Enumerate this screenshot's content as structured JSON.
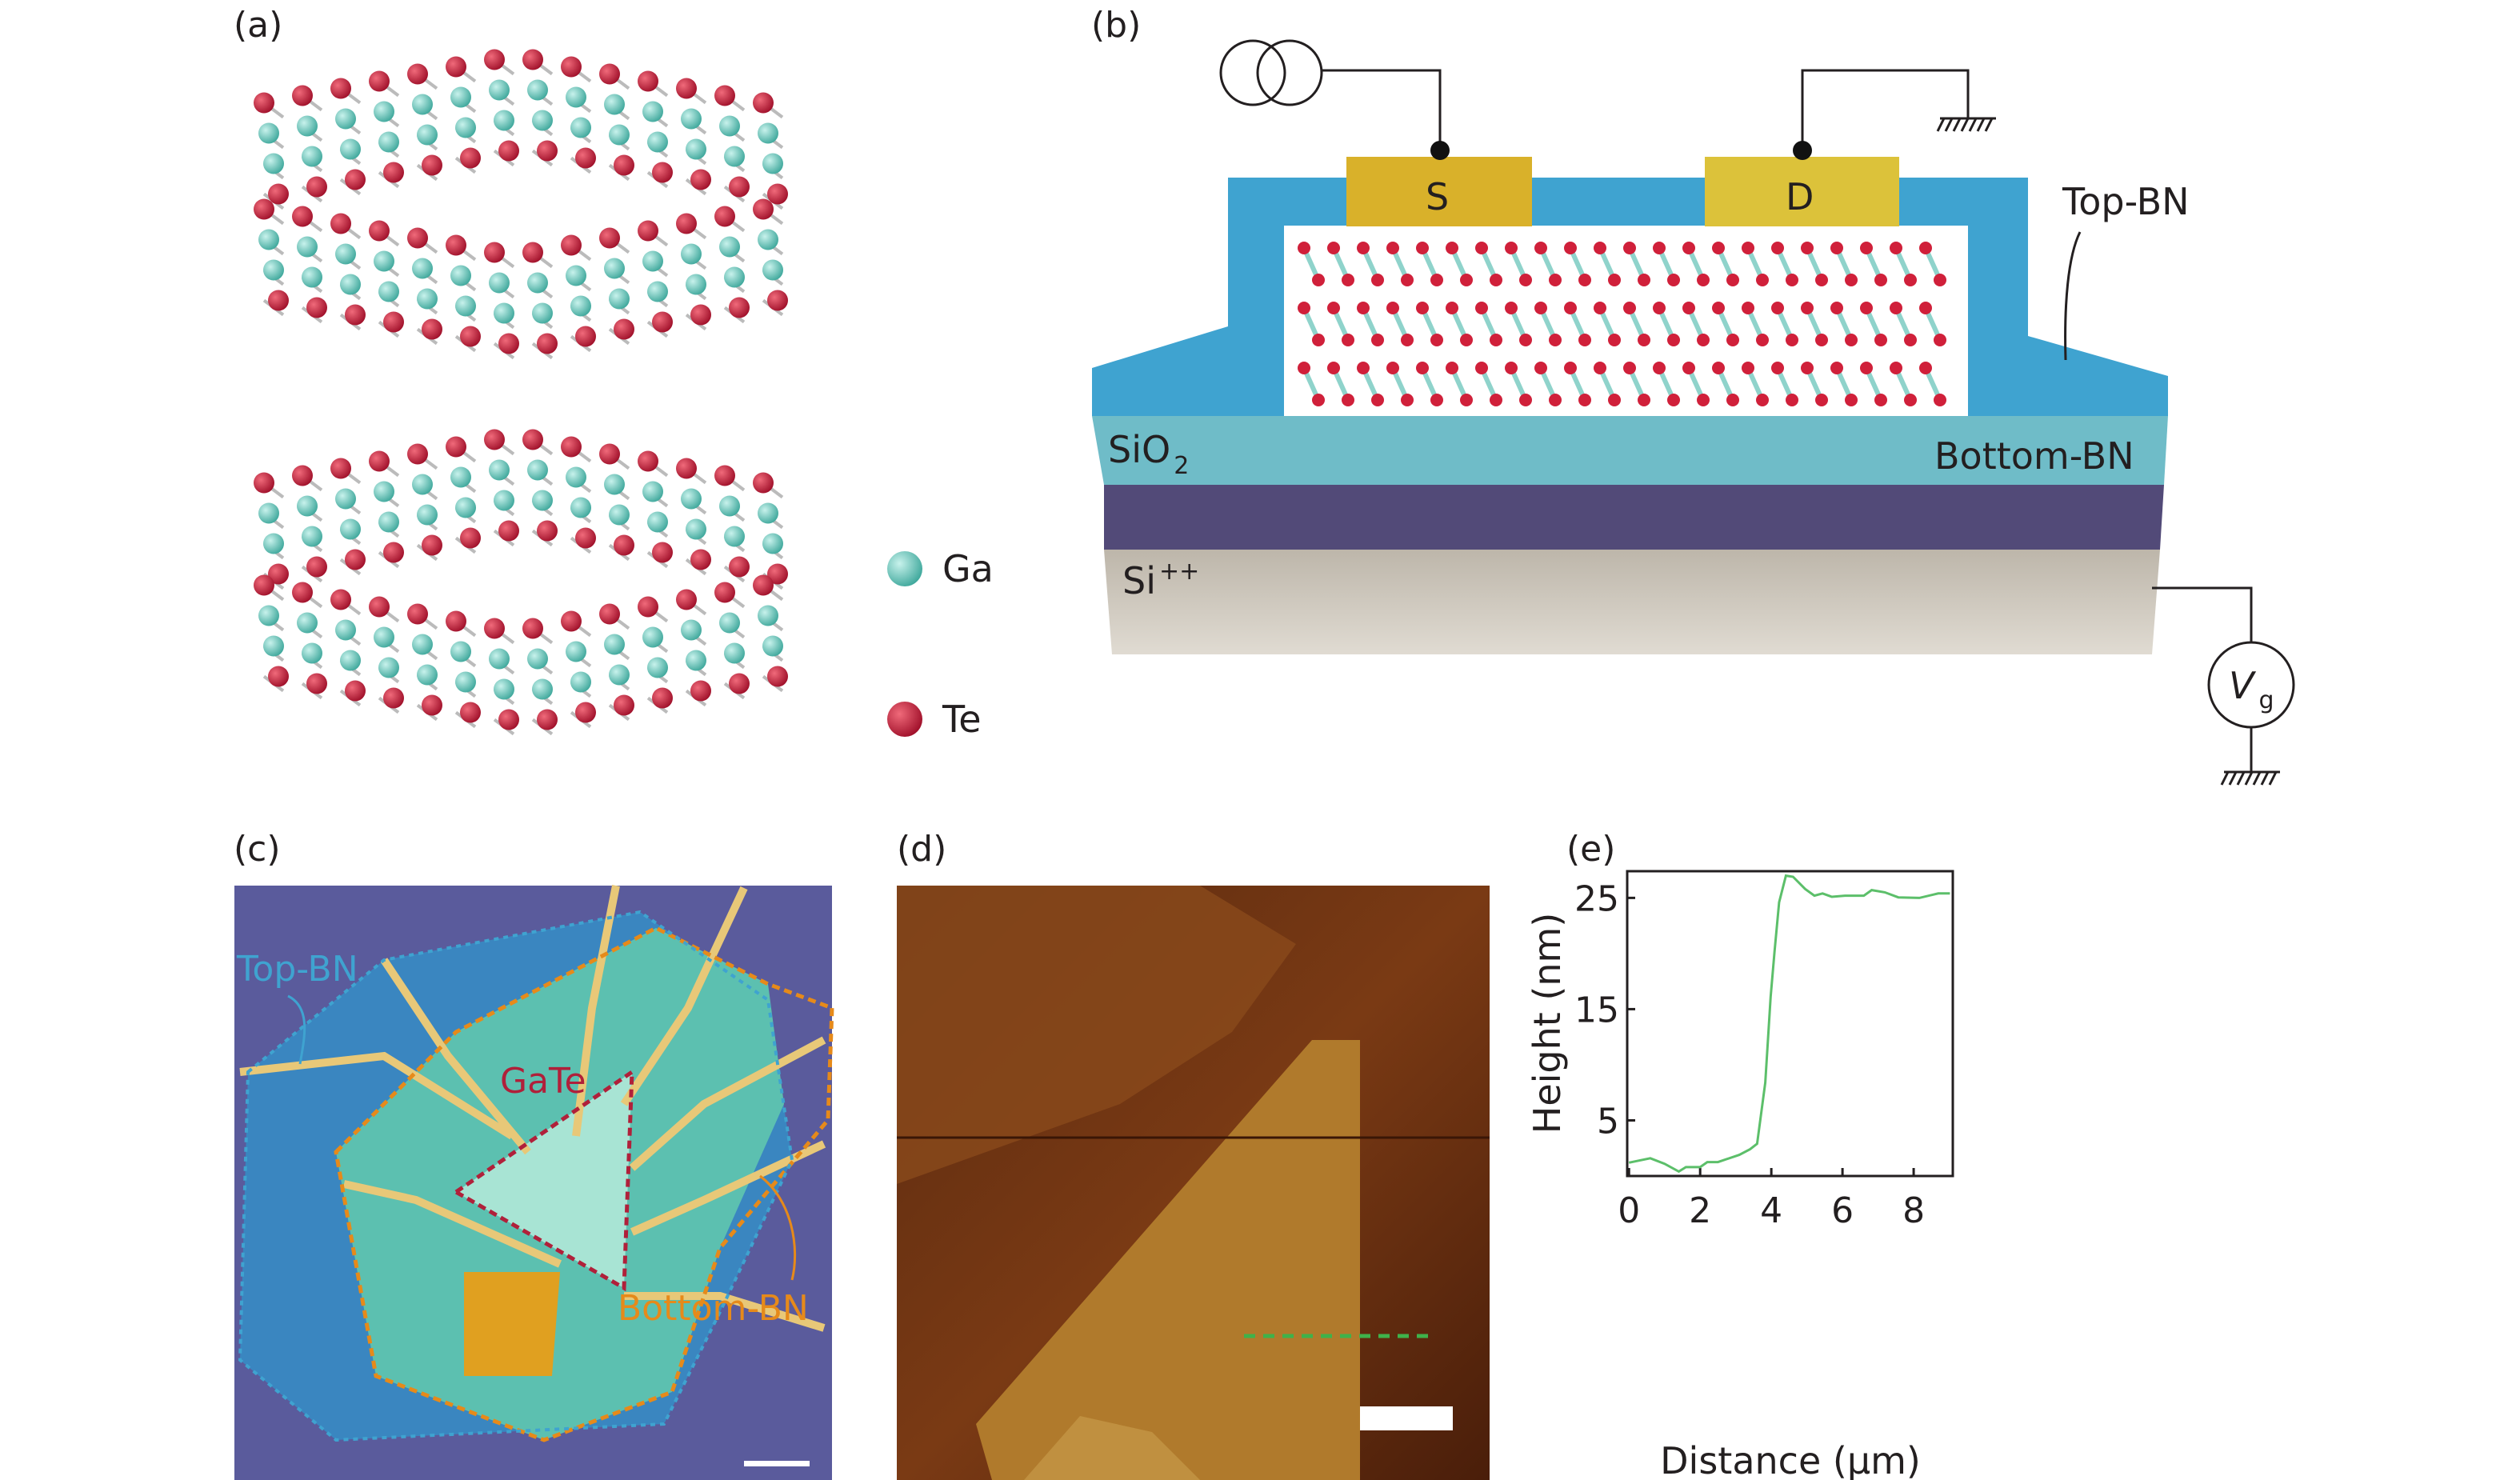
{
  "panels": {
    "a": {
      "label": "(a)",
      "legend": [
        {
          "name": "Ga",
          "color": "#6fcfc4"
        },
        {
          "name": "Te",
          "color": "#d0203a"
        }
      ]
    },
    "b": {
      "label": "(b)",
      "source_label": "S",
      "drain_label": "D",
      "top_bn": "Top-BN",
      "bottom_bn": "Bottom-BN",
      "sio2": "SiO",
      "sio2_sub": "2",
      "si": "Si",
      "si_sup": "++",
      "vg": "V",
      "vg_sub": "g"
    },
    "c": {
      "label": "(c)",
      "top_bn": "Top-BN",
      "gate": "GaTe",
      "bottom_bn": "Bottom-BN"
    },
    "d": {
      "label": "(d)"
    },
    "e": {
      "label": "(e)"
    }
  },
  "colors": {
    "top_bn": "#3fa3d0",
    "sio2": "#6fbcc8",
    "sio2_dark": "#524a78",
    "si": "#c9c2b6",
    "gold": "#d9b12a",
    "profile": "#5cbf6a",
    "gate_outline": "#b0203a",
    "bottom_outline": "#e68a1a"
  },
  "chart_data": {
    "type": "line",
    "title": "",
    "xlabel": "Distance (μm)",
    "ylabel": "Height (nm)",
    "xlim": [
      -0.05,
      9.1
    ],
    "ylim": [
      0,
      27.4
    ],
    "xticks": [
      0,
      2,
      4,
      6,
      8
    ],
    "yticks": [
      5,
      15,
      25
    ],
    "grid": false,
    "series": [
      {
        "name": "height profile",
        "x": [
          0,
          0.6,
          1.0,
          1.4,
          1.6,
          2.0,
          2.2,
          2.5,
          3.1,
          3.4,
          3.6,
          3.83,
          3.98,
          4.09,
          4.22,
          4.41,
          4.61,
          4.95,
          5.21,
          5.44,
          5.7,
          6.07,
          6.6,
          6.82,
          7.19,
          7.57,
          8.16,
          8.69,
          9.02
        ],
        "y": [
          1.2,
          1.6,
          1.1,
          0.4,
          0.8,
          0.8,
          1.25,
          1.25,
          1.9,
          2.4,
          2.9,
          8.4,
          16.1,
          20.2,
          24.6,
          27.0,
          26.9,
          25.8,
          25.2,
          25.4,
          25.1,
          25.2,
          25.2,
          25.7,
          25.5,
          25.05,
          25.0,
          25.4,
          25.4
        ]
      }
    ]
  }
}
